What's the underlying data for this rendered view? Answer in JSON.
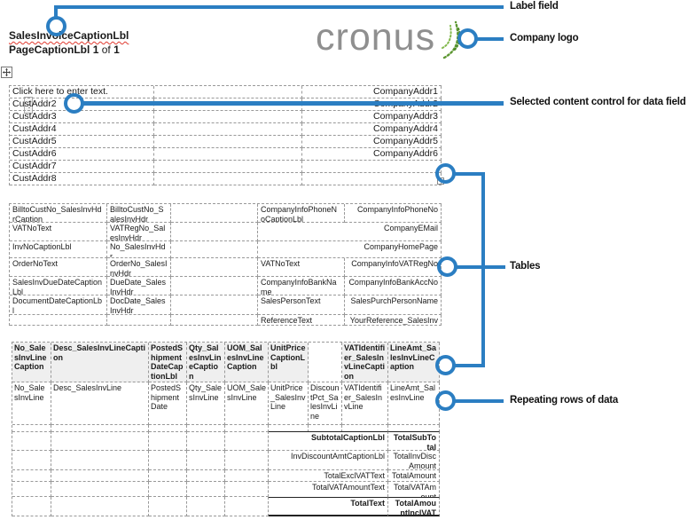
{
  "header": {
    "sales_invoice_caption": "SalesInvoiceCaptionLbl",
    "page_caption": "PageCaptionLbl",
    "page_number": "1",
    "of_text": "of",
    "page_total": "1",
    "logo_text": "cronus"
  },
  "icons": {
    "drag_handle": "⋮"
  },
  "colors": {
    "callout_blue": "#2b7ec2",
    "logo_gray": "#8f8f8f",
    "logo_green": "#679a34",
    "table_header_bg": "#efefef"
  },
  "annotations": {
    "label_field": "Label field",
    "company_logo": "Company logo",
    "selected_content_control": "Selected content control for data field",
    "tables": "Tables",
    "repeating_rows": "Repeating rows of data"
  },
  "address_table": {
    "rows": [
      {
        "left": "Click here to enter text.",
        "right": "CompanyAddr1"
      },
      {
        "left": "CustAddr2",
        "right": "CompanyAddr2"
      },
      {
        "left": "CustAddr3",
        "right": "CompanyAddr3"
      },
      {
        "left": "CustAddr4",
        "right": "CompanyAddr4"
      },
      {
        "left": "CustAddr5",
        "right": "CompanyAddr5"
      },
      {
        "left": "CustAddr6",
        "right": "CompanyAddr6"
      },
      {
        "left": "CustAddr7",
        "right": ""
      },
      {
        "left": "CustAddr8",
        "right": ""
      }
    ]
  },
  "info_table": {
    "rows": [
      {
        "c1": "BilltoCustNo_SalesInvHdrCaption",
        "c2": "BilltoCustNo_SalesInvHdr",
        "c4": "CompanyInfoPhoneNoCaptionLbl",
        "c5": "CompanyInfoPhoneNo"
      },
      {
        "c1": "VATNoText",
        "c2": "VATRegNo_SalesInvHdr",
        "c4": "",
        "c5": "CompanyEMail"
      },
      {
        "c1": "InvNoCaptionLbl",
        "c2": "No_SalesInvHdr",
        "c4": "",
        "c5": "CompanyHomePage"
      },
      {
        "c1": "OrderNoText",
        "c2": "OrderNo_SalesInvHdr",
        "c4": "VATNoText",
        "c5": "CompanyInfoVATRegNo"
      },
      {
        "c1": "SalesInvDueDateCaptionLbl",
        "c2": "DueDate_SalesInvHdr",
        "c4": "CompanyInfoBankName",
        "c5": "CompanyInfoBankAccNo"
      },
      {
        "c1": "DocumentDateCaptionLbl",
        "c2": "DocDate_SalesInvHdr",
        "c4": "SalesPersonText",
        "c5": "SalesPurchPersonName"
      },
      {
        "c1": "",
        "c2": "",
        "c4": "ReferenceText",
        "c5": "YourReference_SalesInvHdr"
      }
    ]
  },
  "lines_table": {
    "header": [
      "No_SalesInvLineCaption",
      "Desc_SalesInvLineCaption",
      "PostedShipmentDateCaptionLbl",
      "Qty_SalesInvLineCaption",
      "UOM_SalesInvLineCaption",
      "UnitPriceCaptionLbl",
      "",
      "VATIdentifier_SalesInvLineCaption",
      "LineAmt_SalesInvLineCaption"
    ],
    "data_row": [
      "No_SalesInvLine",
      "Desc_SalesInvLine",
      "PostedShipmentDate",
      "Qty_SalesInvLine",
      "UOM_SalesInvLine",
      "UnitPrice_SalesInvLine",
      "DiscountPct_SalesInvLine",
      "VATIdentifier_SalesInvLine",
      "LineAmt_SalesInvLine"
    ],
    "totals": [
      {
        "caption": "SubtotalCaptionLbl",
        "value": "TotalSubTotal"
      },
      {
        "caption": "InvDiscountAmtCaptionLbl",
        "value": "TotalInvDiscAmount"
      },
      {
        "caption": "TotalExclVATText",
        "value": "TotalAmount"
      },
      {
        "caption": "TotalVATAmountText",
        "value": "TotalVATAmount"
      },
      {
        "caption": "TotalText",
        "value": "TotalAmountInclVAT"
      }
    ]
  }
}
